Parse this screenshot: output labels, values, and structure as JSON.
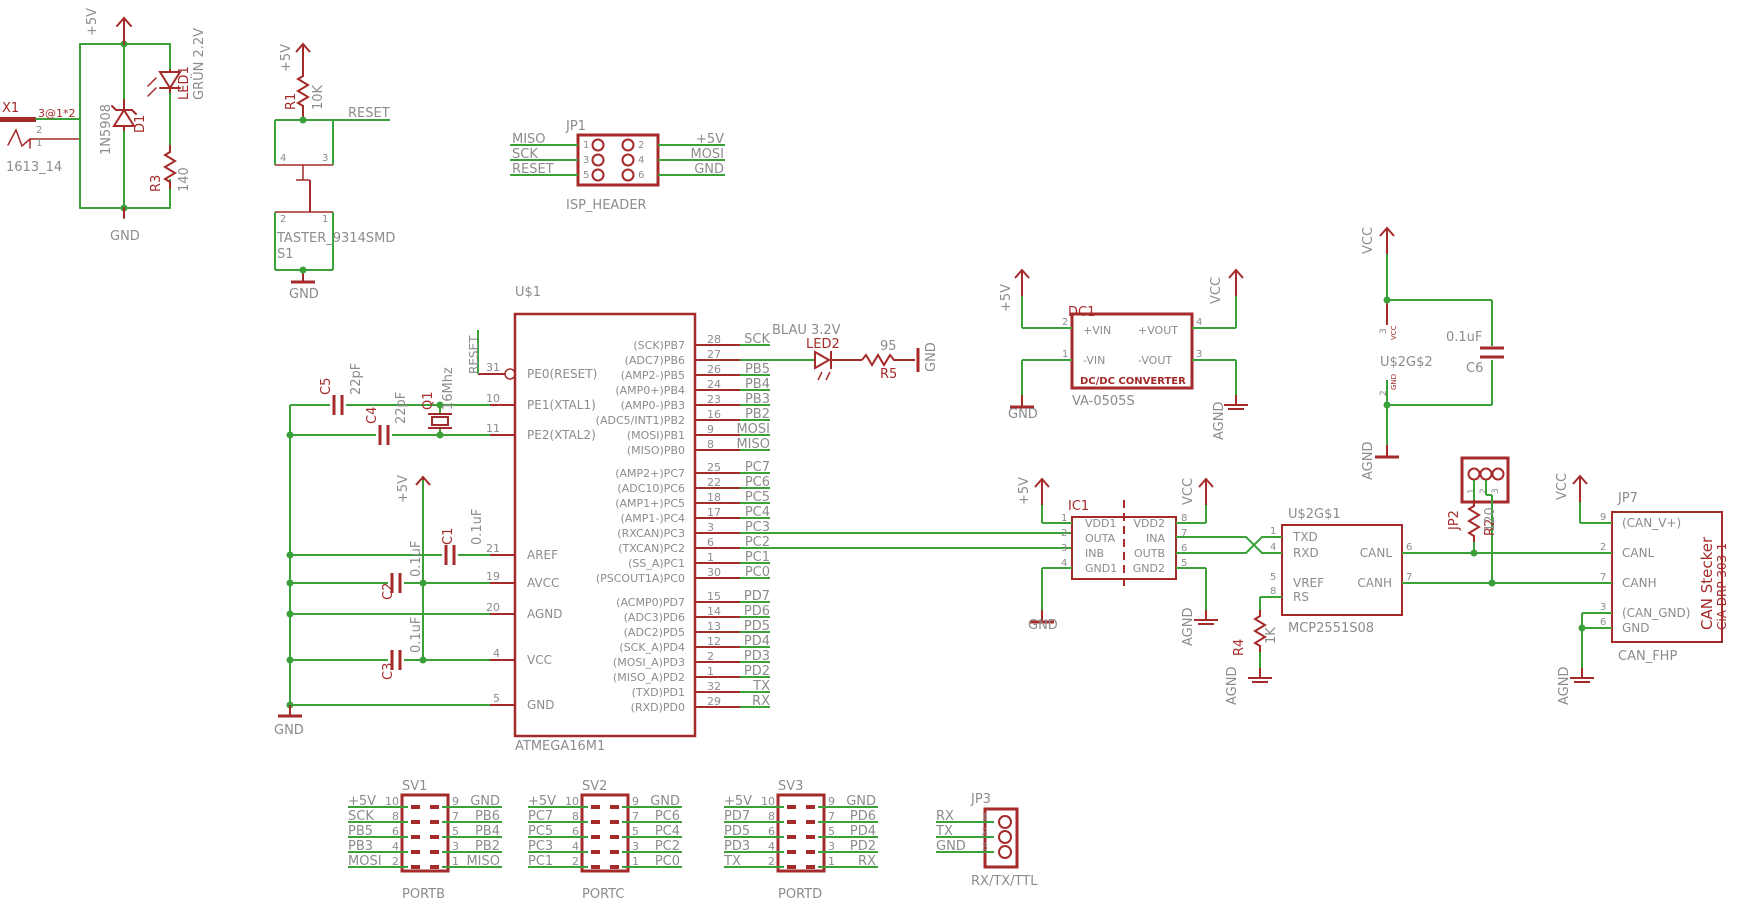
{
  "colors": {
    "part": "#a52a2a",
    "wire": "#3aa13a",
    "label": "#8c8c8c",
    "ref": "#a52a2a",
    "pad": "#a52a2a"
  },
  "power": {
    "vcc_sym": "+5V",
    "gnd": "GND",
    "agnd": "AGND",
    "vcc": "VCC",
    "x1": "X1",
    "x1_pins": "3@1*2",
    "x1_val": "1613_14",
    "d1": "D1",
    "d1_val": "1N5908",
    "led1": "LED1",
    "led1_val": "GRÜN 2.2V",
    "r3": "R3",
    "r3_val": "140"
  },
  "reset": {
    "r1": "R1",
    "r1_val": "10K",
    "net": "RESET",
    "s1": "S1",
    "s1_val": "TASTER_9314SMD"
  },
  "isp": {
    "name": "JP1",
    "value": "ISP_HEADER",
    "left": [
      {
        "net": "MISO",
        "pin": "1"
      },
      {
        "net": "SCK",
        "pin": "3"
      },
      {
        "net": "RESET",
        "pin": "5"
      }
    ],
    "right": [
      {
        "net": "+5V",
        "pin": "2"
      },
      {
        "net": "MOSI",
        "pin": "4"
      },
      {
        "net": "GND",
        "pin": "6"
      }
    ]
  },
  "mcu": {
    "name": "U$1",
    "value": "ATMEGA16M1",
    "left_pins": [
      {
        "num": "31",
        "label": "PE0(RESET)"
      },
      {
        "num": "10",
        "label": "PE1(XTAL1)"
      },
      {
        "num": "11",
        "label": "PE2(XTAL2)"
      },
      {
        "num": "21",
        "label": "AREF"
      },
      {
        "num": "19",
        "label": "AVCC"
      },
      {
        "num": "20",
        "label": "AGND"
      },
      {
        "num": "4",
        "label": "VCC"
      },
      {
        "num": "5",
        "label": "GND"
      }
    ],
    "right_pins": [
      {
        "num": "28",
        "label": "(SCK)PB7",
        "net": "SCK"
      },
      {
        "num": "27",
        "label": "(ADC7)PB6",
        "net": "PB6"
      },
      {
        "num": "26",
        "label": "(AMP2-)PB5",
        "net": "PB5"
      },
      {
        "num": "24",
        "label": "(AMP0+)PB4",
        "net": "PB4"
      },
      {
        "num": "23",
        "label": "(AMP0-)PB3",
        "net": "PB3"
      },
      {
        "num": "16",
        "label": "(ADC5/INT1)PB2",
        "net": "PB2"
      },
      {
        "num": "9",
        "label": "(MOSI)PB1",
        "net": "MOSI"
      },
      {
        "num": "8",
        "label": "(MISO)PB0",
        "net": "MISO"
      },
      {
        "num": "25",
        "label": "(AMP2+)PC7",
        "net": "PC7"
      },
      {
        "num": "22",
        "label": "(ADC10)PC6",
        "net": "PC6"
      },
      {
        "num": "18",
        "label": "(AMP1+)PC5",
        "net": "PC5"
      },
      {
        "num": "17",
        "label": "(AMP1-)PC4",
        "net": "PC4"
      },
      {
        "num": "3",
        "label": "(RXCAN)PC3",
        "net": "PC3"
      },
      {
        "num": "6",
        "label": "(TXCAN)PC2",
        "net": "PC2"
      },
      {
        "num": "1",
        "label": "(SS_A)PC1",
        "net": "PC1"
      },
      {
        "num": "30",
        "label": "(PSCOUT1A)PC0",
        "net": "PC0"
      },
      {
        "num": "15",
        "label": "(ACMP0)PD7",
        "net": "PD7"
      },
      {
        "num": "14",
        "label": "(ADC3)PD6",
        "net": "PD6"
      },
      {
        "num": "13",
        "label": "(ADC2)PD5",
        "net": "PD5"
      },
      {
        "num": "12",
        "label": "(SCK_A)PD4",
        "net": "PD4"
      },
      {
        "num": "2",
        "label": "(MOSI_A)PD3",
        "net": "PD3"
      },
      {
        "num": "1",
        "label": "(MISO_A)PD2",
        "net": "PD2"
      },
      {
        "num": "32",
        "label": "(TXD)PD1",
        "net": "TX"
      },
      {
        "num": "29",
        "label": "(RXD)PD0",
        "net": "RX"
      }
    ]
  },
  "crystal": {
    "c5": "C5",
    "c5_val": "22pF",
    "c4": "C4",
    "c4_val": "22pF",
    "q1": "Q1",
    "q1_val": "16Mhz"
  },
  "decoupling": {
    "c1": "C1",
    "c1_val": "0.1uF",
    "c2": "C2",
    "c2_val": "0.1uF",
    "c3": "C3",
    "c3_val": "0.1uF"
  },
  "led2": {
    "name": "LED2",
    "value": "BLAU 3.2V",
    "r5": "R5",
    "r5_val": "95"
  },
  "dcdc": {
    "name": "DC1",
    "value": "VA-0505S",
    "pins": [
      "+VIN",
      "-VIN",
      "+VOUT",
      "-VOUT"
    ],
    "nums": [
      "2",
      "1",
      "4",
      "3"
    ],
    "label": "DC/DC CONVERTER"
  },
  "iso": {
    "name": "IC1",
    "left": [
      {
        "num": "1",
        "label": "VDD1"
      },
      {
        "num": "2",
        "label": "OUTA"
      },
      {
        "num": "3",
        "label": "INB"
      },
      {
        "num": "4",
        "label": "GND1"
      }
    ],
    "right": [
      {
        "num": "8",
        "label": "VDD2"
      },
      {
        "num": "7",
        "label": "INA"
      },
      {
        "num": "6",
        "label": "OUTB"
      },
      {
        "num": "5",
        "label": "GND2"
      }
    ]
  },
  "can": {
    "name": "U$2G$1",
    "value": "MCP2551S08",
    "left": [
      {
        "num": "1",
        "label": "TXD"
      },
      {
        "num": "4",
        "label": "RXD"
      },
      {
        "num": "5",
        "label": "VREF"
      },
      {
        "num": "8",
        "label": "RS"
      }
    ],
    "right": [
      {
        "num": "6",
        "label": "CANL"
      },
      {
        "num": "7",
        "label": "CANH"
      }
    ],
    "r4": "R4",
    "r4_val": "1K"
  },
  "supply": {
    "name": "U$2G$2",
    "pin_vcc": "VCC",
    "pin_gnd": "GND",
    "c6": "C6",
    "c6_val": "0.1uF",
    "p3": "3",
    "p2": "2"
  },
  "term": {
    "jp2": "JP2",
    "r2": "R2",
    "r2_val": "120",
    "pins": [
      "1",
      "2",
      "3"
    ]
  },
  "jp7": {
    "name": "JP7",
    "value": "CAN_FHP",
    "title1": "CAN Stecker",
    "title2": "CiA DRP 303-1",
    "pins": [
      {
        "num": "9",
        "label": "(CAN_V+)"
      },
      {
        "num": "2",
        "label": "CANL"
      },
      {
        "num": "7",
        "label": "CANH"
      },
      {
        "num": "3",
        "label": "(CAN_GND)"
      },
      {
        "num": "6",
        "label": "GND"
      }
    ]
  },
  "headers": [
    {
      "name": "SV1",
      "value": "PORTB",
      "rows": [
        {
          "l": "+5V",
          "ln": "10",
          "rn": "9",
          "r": "GND"
        },
        {
          "l": "SCK",
          "ln": "8",
          "rn": "7",
          "r": "PB6"
        },
        {
          "l": "PB5",
          "ln": "6",
          "rn": "5",
          "r": "PB4"
        },
        {
          "l": "PB3",
          "ln": "4",
          "rn": "3",
          "r": "PB2"
        },
        {
          "l": "MOSI",
          "ln": "2",
          "rn": "1",
          "r": "MISO"
        }
      ]
    },
    {
      "name": "SV2",
      "value": "PORTC",
      "rows": [
        {
          "l": "+5V",
          "ln": "10",
          "rn": "9",
          "r": "GND"
        },
        {
          "l": "PC7",
          "ln": "8",
          "rn": "7",
          "r": "PC6"
        },
        {
          "l": "PC5",
          "ln": "6",
          "rn": "5",
          "r": "PC4"
        },
        {
          "l": "PC3",
          "ln": "4",
          "rn": "3",
          "r": "PC2"
        },
        {
          "l": "PC1",
          "ln": "2",
          "rn": "1",
          "r": "PC0"
        }
      ]
    },
    {
      "name": "SV3",
      "value": "PORTD",
      "rows": [
        {
          "l": "+5V",
          "ln": "10",
          "rn": "9",
          "r": "GND"
        },
        {
          "l": "PD7",
          "ln": "8",
          "rn": "7",
          "r": "PD6"
        },
        {
          "l": "PD5",
          "ln": "6",
          "rn": "5",
          "r": "PD4"
        },
        {
          "l": "PD3",
          "ln": "4",
          "rn": "3",
          "r": "PD2"
        },
        {
          "l": "TX",
          "ln": "2",
          "rn": "1",
          "r": "RX"
        }
      ]
    }
  ],
  "jp3": {
    "name": "JP3",
    "value": "RX/TX/TTL",
    "rows": [
      {
        "l": "RX",
        "n": "1"
      },
      {
        "l": "TX",
        "n": "2"
      },
      {
        "l": "GND",
        "n": "3"
      }
    ]
  }
}
